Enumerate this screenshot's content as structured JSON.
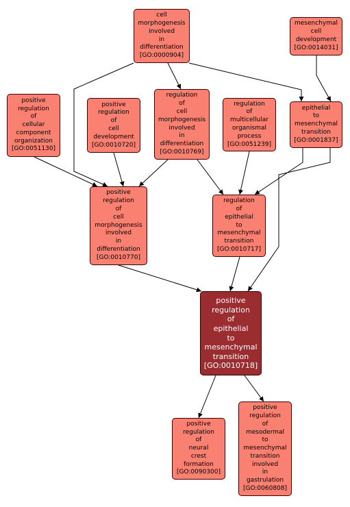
{
  "colors": {
    "node_fill": "#fa8072",
    "focus_fill": "#9b2d30",
    "node_border": "#3a0000",
    "edge": "#000000"
  },
  "nodes": {
    "n0000904": {
      "lines": [
        "cell",
        "morphogenesis",
        "involved",
        "in",
        "differentiation",
        "[GO:0000904]"
      ]
    },
    "n0014031": {
      "lines": [
        "mesenchymal",
        "cell",
        "development",
        "[GO:0014031]"
      ]
    },
    "n0051130": {
      "lines": [
        "positive",
        "regulation",
        "of",
        "cellular",
        "component",
        "organization",
        "[GO:0051130]"
      ]
    },
    "n0010720": {
      "lines": [
        "positive",
        "regulation",
        "of",
        "cell",
        "development",
        "[GO:0010720]"
      ]
    },
    "n0010769": {
      "lines": [
        "regulation",
        "of",
        "cell",
        "morphogenesis",
        "involved",
        "in",
        "differentiation",
        "[GO:0010769]"
      ]
    },
    "n0051239": {
      "lines": [
        "regulation",
        "of",
        "multicellular",
        "organismal",
        "process",
        "[GO:0051239]"
      ]
    },
    "n0001837": {
      "lines": [
        "epithelial",
        "to",
        "mesenchymal",
        "transition",
        "[GO:0001837]"
      ]
    },
    "n0010770": {
      "lines": [
        "positive",
        "regulation",
        "of",
        "cell",
        "morphogenesis",
        "involved",
        "in",
        "differentiation",
        "[GO:0010770]"
      ]
    },
    "n0010717": {
      "lines": [
        "regulation",
        "of",
        "epithelial",
        "to",
        "mesenchymal",
        "transition",
        "[GO:0010717]"
      ]
    },
    "n0010718": {
      "lines": [
        "positive",
        "regulation",
        "of",
        "epithelial",
        "to",
        "mesenchymal",
        "transition",
        "[GO:0010718]"
      ]
    },
    "n0090300": {
      "lines": [
        "positive",
        "regulation",
        "of",
        "neural",
        "crest",
        "formation",
        "[GO:0090300]"
      ]
    },
    "n0060808": {
      "lines": [
        "positive",
        "regulation",
        "of",
        "mesodermal",
        "to",
        "mesenchymal",
        "transition",
        "involved",
        "in",
        "gastrulation",
        "[GO:0060808]"
      ]
    }
  }
}
